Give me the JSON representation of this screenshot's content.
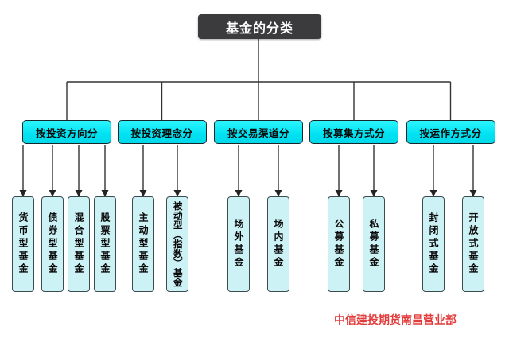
{
  "title": "基金的分类",
  "branches": [
    {
      "label": "按投资方向分",
      "children": [
        "货币型基金",
        "债券型基金",
        "混合型基金",
        "股票型基金"
      ]
    },
    {
      "label": "按投资理念分",
      "children": [
        "主动型基金",
        "被动型（指数）基金"
      ]
    },
    {
      "label": "按交易渠道分",
      "children": [
        "场外基金",
        "场内基金"
      ]
    },
    {
      "label": "按募集方式分",
      "children": [
        "公募基金",
        "私募基金"
      ]
    },
    {
      "label": "按运作方式分",
      "children": [
        "封闭式基金",
        "开放式基金"
      ]
    }
  ],
  "footer": {
    "label": "中信建投期货南昌营业部",
    "color": "#e23b3b"
  },
  "colors": {
    "root_bg": "#3b3b3d",
    "root_text": "#ffffff",
    "branch_fill": "#00e2f2",
    "leaf_fill": "#cdf2f5",
    "connector": "#333333",
    "footer_text": "#e23b3b"
  }
}
